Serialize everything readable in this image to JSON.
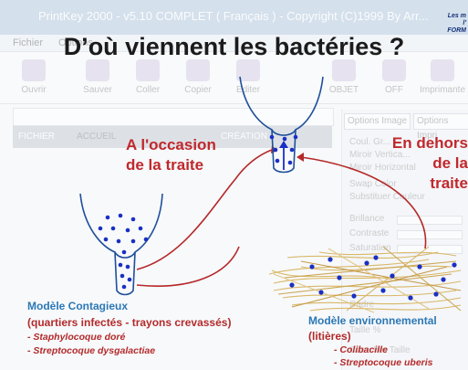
{
  "background": {
    "window_title": "PrintKey 2000 - v5.10 COMPLET ( Français ) - Copyright (C)1999 By Arr...",
    "menu": [
      "Fichier",
      "Options"
    ],
    "toolbar": [
      "Ouvrir",
      "Sauver",
      "Coller",
      "Copier",
      "Editer",
      "OBJET",
      "OFF",
      "Imprimante"
    ],
    "ribbon_tabs": [
      "FICHIER",
      "ACCUEIL",
      "CRÉATION"
    ],
    "options_tabs": [
      "Options Image",
      "Options Impri"
    ],
    "options_rows": [
      "Coul. Gr...",
      "Miroir Vertica...",
      "Miroir Horizontal",
      "Swap Color",
      "Substituer Couleur",
      "Brillance",
      "Contraste",
      "Saturation",
      "Cadre",
      "Taille %",
      "Chercher Taille"
    ]
  },
  "logo": {
    "lines": [
      "Les m",
      "l'",
      "FORM"
    ]
  },
  "title": "D’où viennent les bactéries ?",
  "labels": {
    "milking_line1": "A l'occasion",
    "milking_line2": "de la traite",
    "outside_line1": "En dehors",
    "outside_line2": "de la traite"
  },
  "contagious": {
    "heading": "Modèle Contagieux",
    "detail": "(quartiers infectés - trayons crevassés)",
    "species": [
      "- Staphylocoque doré",
      "- Streptocoque dysgalactiae"
    ]
  },
  "environmental": {
    "heading": "Modèle environnemental",
    "detail": "(litières)",
    "species": [
      "- Colibacille",
      "- Streptocoque uberis"
    ]
  },
  "colors": {
    "red": "#c0282c",
    "blue": "#1a2fc4",
    "teat": "#1f4f9a",
    "straw": "#d8b560"
  }
}
